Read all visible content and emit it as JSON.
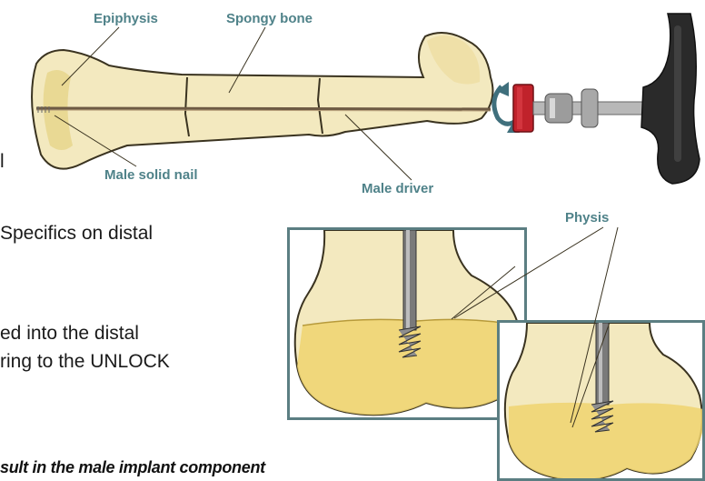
{
  "labels": {
    "epiphysis": "Epiphysis",
    "spongy_bone": "Spongy bone",
    "male_solid_nail": "Male solid nail",
    "male_driver": "Male driver",
    "physis": "Physis"
  },
  "body_text": {
    "fragment_l": "l",
    "line1": "Specifics on distal",
    "line2": "ed into the distal",
    "line3": " ring to the UNLOCK",
    "warning": "sult in the male implant component"
  },
  "colors": {
    "bone_fill": "#f3e9bf",
    "bone_outline": "#3a3320",
    "marrow_yellow": "#eed36e",
    "label_teal": "#4f8289",
    "inset_border": "#5b7e82",
    "handle_black": "#2a2a2a",
    "ring_red": "#c0222b"
  }
}
